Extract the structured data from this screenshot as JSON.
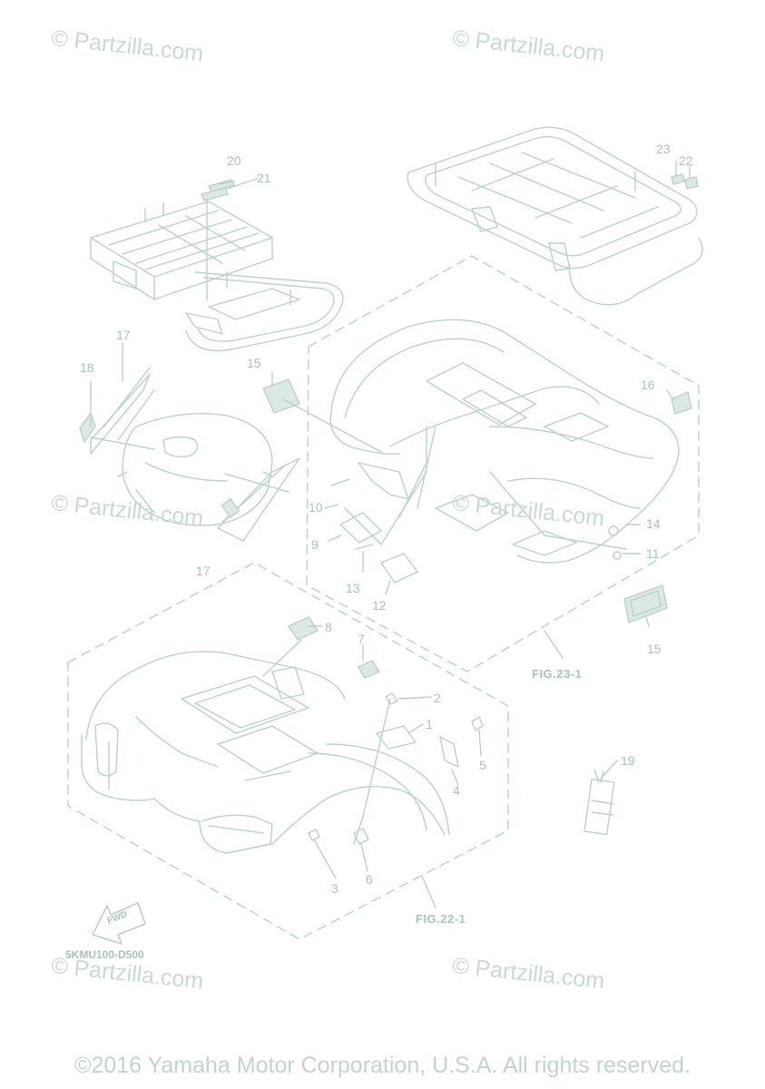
{
  "watermark": {
    "text": "© Partzilla.com",
    "instances": [
      "© Partzilla.com",
      "© Partzilla.com",
      "© Partzilla.com",
      "© Partzilla.com",
      "© Partzilla.com",
      "© Partzilla.com"
    ]
  },
  "callouts": {
    "c20": "20",
    "c21": "21",
    "c22": "22",
    "c23": "23",
    "c18": "18",
    "c17a": "17",
    "c15a": "15",
    "c16": "16",
    "c10": "10",
    "c9": "9",
    "c13": "13",
    "c12": "12",
    "c14": "14",
    "c11": "11",
    "c17b": "17",
    "c15b": "15",
    "c8": "8",
    "c7": "7",
    "c2": "2",
    "c1": "1",
    "c5": "5",
    "c4": "4",
    "c19": "19",
    "c3": "3",
    "c6": "6"
  },
  "figure_refs": {
    "fig23": "FIG.23-1",
    "fig22": "FIG.22-1"
  },
  "diagram_code": "5KMU100-D500",
  "fwd_label": "FWD",
  "copyright": "©2016 Yamaha Motor Corporation, U.S.A. All rights reserved.",
  "colors": {
    "line": "#bcd0c8",
    "label": "#a9c2ba",
    "watermark": "#c9d9d3",
    "decal_fill": "#dce8e3"
  }
}
